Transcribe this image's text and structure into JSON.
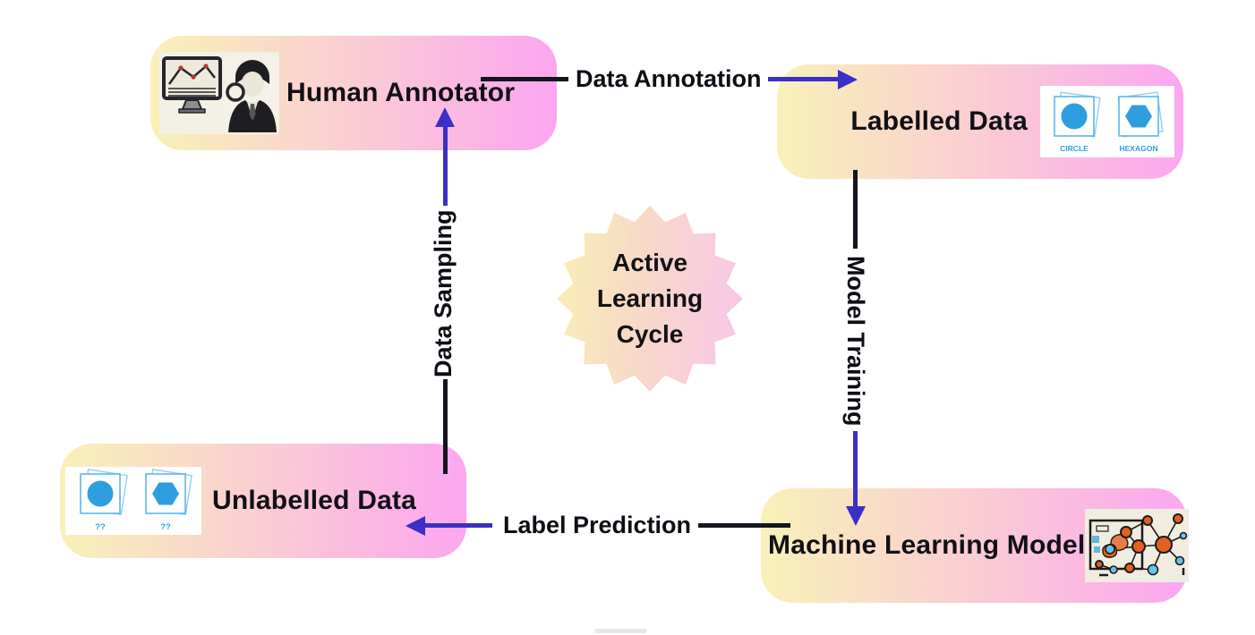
{
  "diagram": {
    "center_badge": {
      "line1": "Active",
      "line2": "Learning",
      "line3": "Cycle"
    },
    "boxes": {
      "human_annotator": {
        "label": "Human Annotator"
      },
      "labelled_data": {
        "label": "Labelled Data",
        "card1_label": "CIRCLE",
        "card2_label": "HEXAGON"
      },
      "unlabelled_data": {
        "label": "Unlabelled Data",
        "card1_label": "??",
        "card2_label": "??"
      },
      "machine_learning_model": {
        "label": "Machine Learning Model"
      }
    },
    "edges": {
      "data_annotation": {
        "label": "Data Annotation",
        "from": "Human Annotator",
        "to": "Labelled Data"
      },
      "model_training": {
        "label": "Model Training",
        "from": "Labelled Data",
        "to": "Machine Learning Model"
      },
      "label_prediction": {
        "label": "Label Prediction",
        "from": "Machine Learning Model",
        "to": "Unlabelled Data"
      },
      "data_sampling": {
        "label": "Data Sampling",
        "from": "Unlabelled Data",
        "to": "Human Annotator"
      }
    },
    "colors": {
      "box_gradient_start": "#F8F1B8",
      "box_gradient_end": "#FCA6F1",
      "arrow_blue": "#3A2FC7",
      "line_black": "#15151F",
      "shape_blue": "#2E9EDF",
      "node_orange": "#E3601E",
      "node_blue": "#67C3E9"
    }
  }
}
